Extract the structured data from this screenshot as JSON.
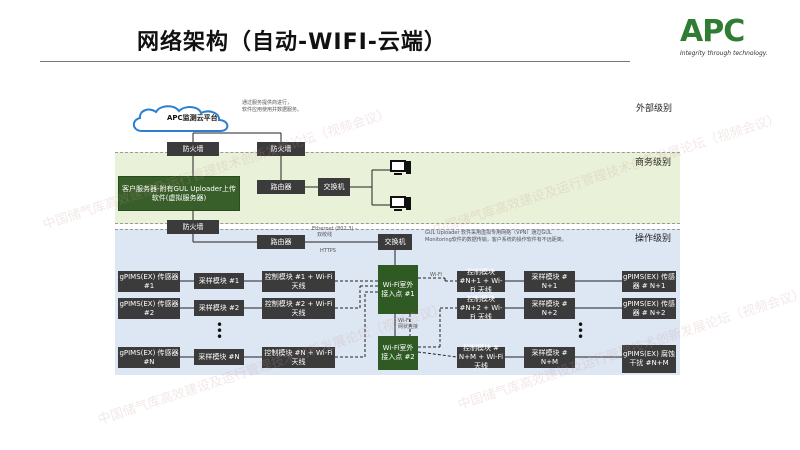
{
  "title": "网络架构（自动-WIFI-云端）",
  "logo": {
    "text": "APC",
    "tagline": "Integrity through technology."
  },
  "levels": {
    "external": "外部级别",
    "business": "商务级别",
    "operations": "操作级别"
  },
  "cloud": {
    "label": "APC监测云平台",
    "note_line1": "通过服务提供商进行，",
    "note_line2": "软件应用使用并数据服务。"
  },
  "firewalls": {
    "top_left": "防火墙",
    "top_right": "防火墙",
    "lower": "防火墙"
  },
  "routers": {
    "business": "路由器",
    "operations": "路由器"
  },
  "switches": {
    "business": "交换机",
    "operations": "交换机"
  },
  "client_server": "客户服务器-附有GUL Uploader上传软件(虚拟服务器)",
  "link_notes": {
    "ethernet_line1": "Ethernet (802.3) –",
    "ethernet_line2": "双绞线",
    "https": "HTTPS",
    "wifi_left": "Wi-Fi",
    "wifi_mid": "Wi-Fi",
    "wifi_mid2": "网状连接",
    "gul_line1": "GUL Uploader 软件采用虚拟专用网络（VPN）通过GUL",
    "gul_line2": "Monitoring软件的数据传输，客户系统的操作软件有不远距离。"
  },
  "access_points": {
    "ap1": "Wi-Fi室外接入点 #1",
    "ap2": "Wi-Fi室外接入点 #2"
  },
  "left_rows": [
    {
      "sensor": "gPIMS(EX) 传感器 #1",
      "module": "采样模块 #1",
      "control": "控制模块 #1 + Wi-Fi 天线"
    },
    {
      "sensor": "gPIMS(EX) 传感器 #2",
      "module": "采样模块 #2",
      "control": "控制模块 #2 + Wi-Fi 天线"
    },
    {
      "sensor": "gPIMS(EX) 传感器 #N",
      "module": "采样模块 #N",
      "control": "控制模块 #N + Wi-Fi 天线"
    }
  ],
  "right_rows": [
    {
      "control": "控制模块 #N+1 + Wi-Fi 天线",
      "module": "采样模块 # N+1",
      "sensor": "gPIMS(EX) 传感器 # N+1"
    },
    {
      "control": "控制模块 #N+2 + Wi-Fi 天线",
      "module": "采样模块 # N+2",
      "sensor": "gPIMS(EX) 传感器 # N+2"
    },
    {
      "control": "控制模块 # N+M + Wi-Fi 天线",
      "module": "采样模块 # N+M",
      "sensor": "gPIMS(EX) 腐蚀干扰 #N+M"
    }
  ],
  "watermark": "中国储气库高效建设及运行管理技术创新发展论坛（视频会议）"
}
